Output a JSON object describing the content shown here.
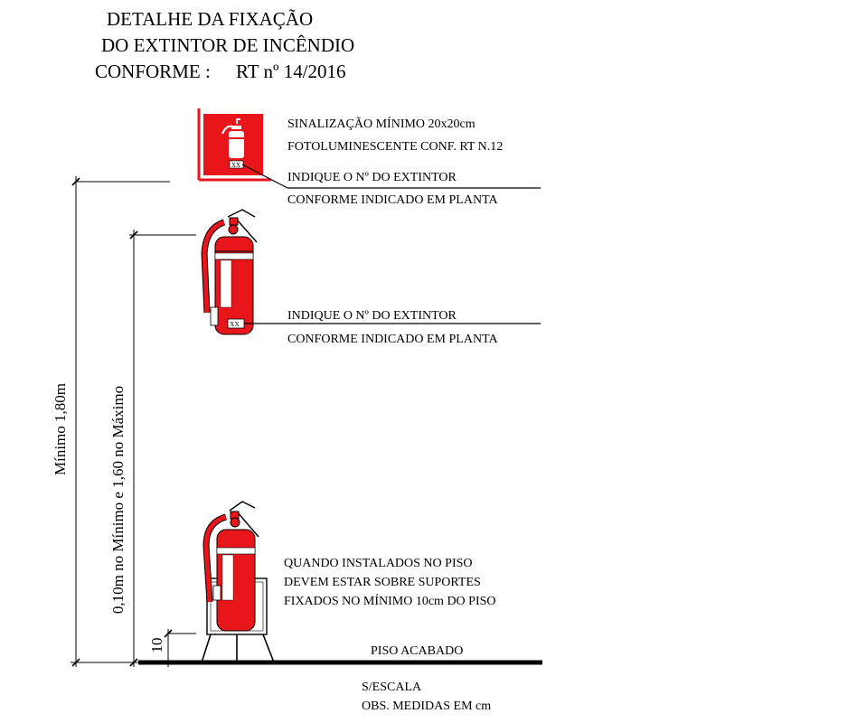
{
  "title": {
    "line1": "DETALHE DA FIXAÇÃO",
    "line2": "DO EXTINTOR DE INCÊNDIO",
    "line3_prefix": "CONFORME :",
    "line3_ref": "RT nº 14/2016"
  },
  "notes": {
    "sign_1": "SINALIZAÇÃO MÍNIMO 20x20cm",
    "sign_2": "FOTOLUMINESCENTE CONF. RT N.12",
    "sign_num_1": "INDIQUE O Nº DO EXTINTOR",
    "sign_num_2": "CONFORME INDICADO EM PLANTA",
    "wall_num_1": "INDIQUE O Nº DO EXTINTOR",
    "wall_num_2": "CONFORME INDICADO EM PLANTA",
    "floor_1": "QUANDO INSTALADOS NO PISO",
    "floor_2": "DEVEM ESTAR SOBRE SUPORTES",
    "floor_3": "FIXADOS NO MÍNIMO 10cm DO PISO",
    "floor_label": "PISO ACABADO",
    "scale_1": "S/ESCALA",
    "scale_2": "OBS. MEDIDAS EM cm"
  },
  "dimensions": {
    "outer": "Mínimo 1,80m",
    "inner": "0,10m no Mínimo e 1,60 no Máximo",
    "support": "10"
  },
  "tags": {
    "sign_tag": "XX",
    "wall_tag": "XX"
  },
  "colors": {
    "extinguisher": "#e8161b",
    "line": "#000000",
    "background": "#ffffff"
  },
  "icons": [
    "fire-extinguisher-icon",
    "fire-extinguisher-sign-icon"
  ]
}
